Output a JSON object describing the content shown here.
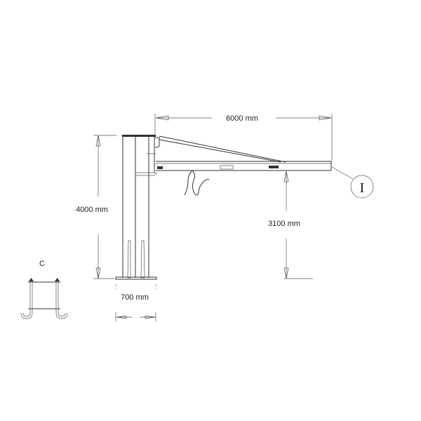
{
  "dimensions": {
    "span": "6000 mm",
    "column_height": "4000 mm",
    "hook_height": "3100 mm",
    "base_width": "700 mm"
  },
  "labels": {
    "anchor_detail": "C",
    "beam_profile": "I"
  }
}
